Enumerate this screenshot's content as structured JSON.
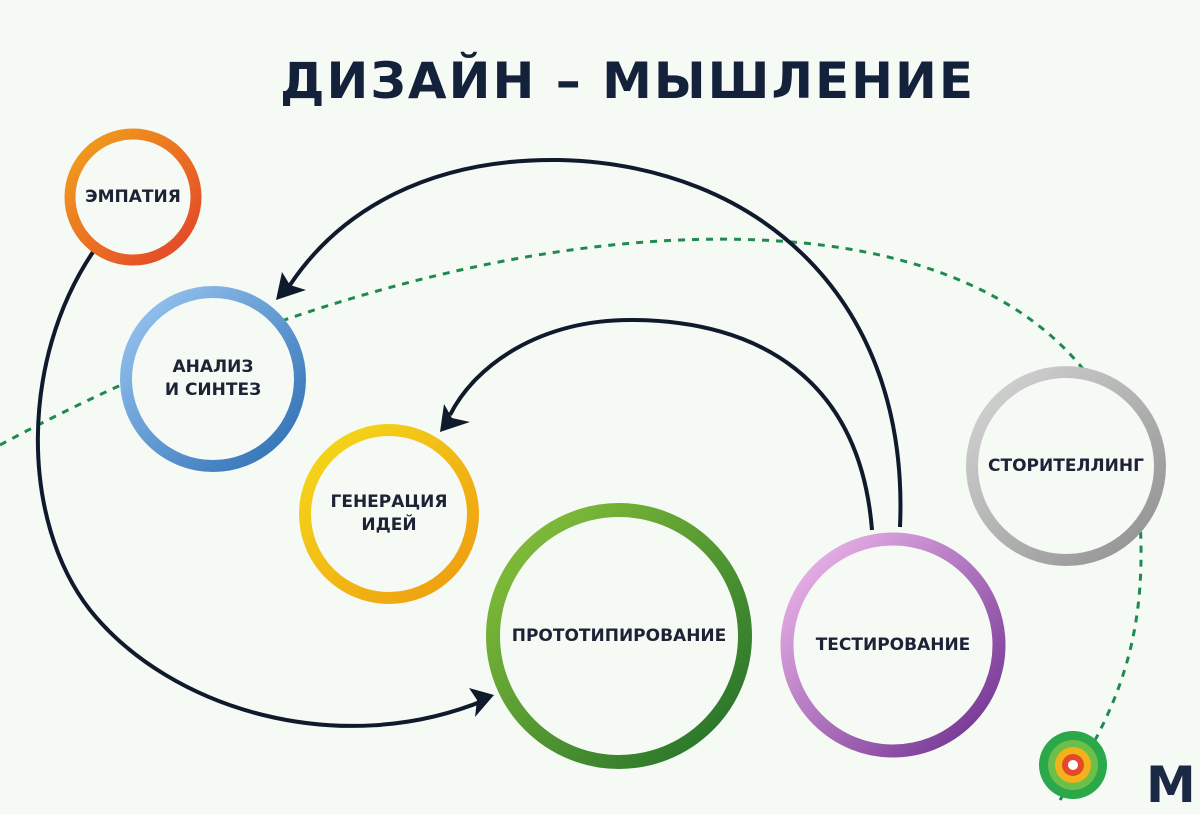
{
  "title": "ДИЗАЙН – МЫШЛЕНИЕ",
  "nodes": [
    {
      "id": "empathy",
      "label": "ЭМПАТИЯ",
      "color_start": "#f2a31b",
      "color_end": "#e2412b"
    },
    {
      "id": "analysis",
      "label": "АНАЛИЗ\nИ СИНТЕЗ",
      "color_start": "#9cc8f2",
      "color_end": "#2b6db3"
    },
    {
      "id": "ideation",
      "label": "ГЕНЕРАЦИЯ\nИДЕЙ",
      "color_start": "#f5db1a",
      "color_end": "#ee9a10"
    },
    {
      "id": "prototyping",
      "label": "ПРОТОТИПИРОВАНИЕ",
      "color_start": "#8cc43a",
      "color_end": "#1f6e2a"
    },
    {
      "id": "testing",
      "label": "ТЕСТИРОВАНИЕ",
      "color_start": "#f4bdf0",
      "color_end": "#6a2b8c"
    },
    {
      "id": "storytelling",
      "label": "СТОРИТЕЛЛИНГ",
      "color_start": "#d6d6d6",
      "color_end": "#8f8f8f"
    }
  ],
  "arrow_color": "#0f1b2d",
  "dotted_color": "#1f8a4e",
  "logo_letter": "M",
  "logo_colors": [
    "#2aa84a",
    "#f3b21b",
    "#e5482b",
    "#6cc04a"
  ]
}
